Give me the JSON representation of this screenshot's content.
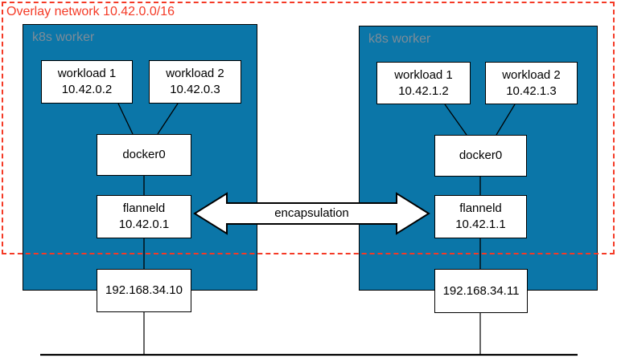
{
  "diagram": {
    "title": "Overlay network 10.42.0.0/16",
    "arrow_label": "encapsulation",
    "colors": {
      "overlay_border": "#f43a26",
      "title_text": "#f43a26",
      "worker_fill": "#0b76a8",
      "worker_label_text": "#7d8c98",
      "node_fill": "#ffffff",
      "node_border": "#000000"
    },
    "workers": [
      {
        "label": "k8s worker",
        "workload1": {
          "name": "workload 1",
          "ip": "10.42.0.2"
        },
        "workload2": {
          "name": "workload 2",
          "ip": "10.42.0.3"
        },
        "bridge": {
          "name": "docker0"
        },
        "flannel": {
          "name": "flanneld",
          "ip": "10.42.0.1"
        },
        "host_ip": "192.168.34.10"
      },
      {
        "label": "k8s worker",
        "workload1": {
          "name": "workload 1",
          "ip": "10.42.1.2"
        },
        "workload2": {
          "name": "workload 2",
          "ip": "10.42.1.3"
        },
        "bridge": {
          "name": "docker0"
        },
        "flannel": {
          "name": "flanneld",
          "ip": "10.42.1.1"
        },
        "host_ip": "192.168.34.11"
      }
    ]
  }
}
